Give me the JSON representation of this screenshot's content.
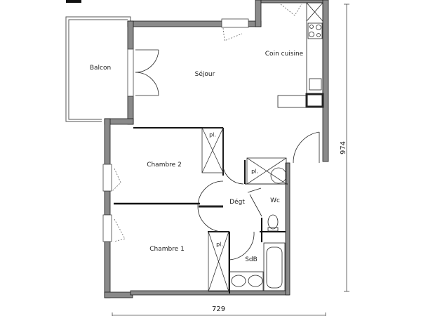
{
  "plan": {
    "type": "apartment-floor-plan",
    "colors": {
      "wall": "#7a7a7a",
      "wall_outline": "#1a1a1a",
      "line": "#333333",
      "background": "#ffffff"
    },
    "rooms": [
      {
        "id": "balcon",
        "label": "Balcon"
      },
      {
        "id": "sejour",
        "label": "Séjour"
      },
      {
        "id": "coin-cuisine",
        "label": "Coin  cuisine"
      },
      {
        "id": "chambre-2",
        "label": "Chambre  2"
      },
      {
        "id": "chambre-1",
        "label": "Chambre  1"
      },
      {
        "id": "degt",
        "label": "Dégt"
      },
      {
        "id": "wc",
        "label": "Wc"
      },
      {
        "id": "sdb",
        "label": "SdB"
      }
    ],
    "closets": [
      {
        "id": "placard-chambre-2",
        "label": "pl."
      },
      {
        "id": "placard-degt",
        "label": "pl."
      },
      {
        "id": "placard-chambre-1",
        "label": "pl."
      }
    ],
    "dimensions": {
      "width": "729",
      "height": "974"
    }
  }
}
